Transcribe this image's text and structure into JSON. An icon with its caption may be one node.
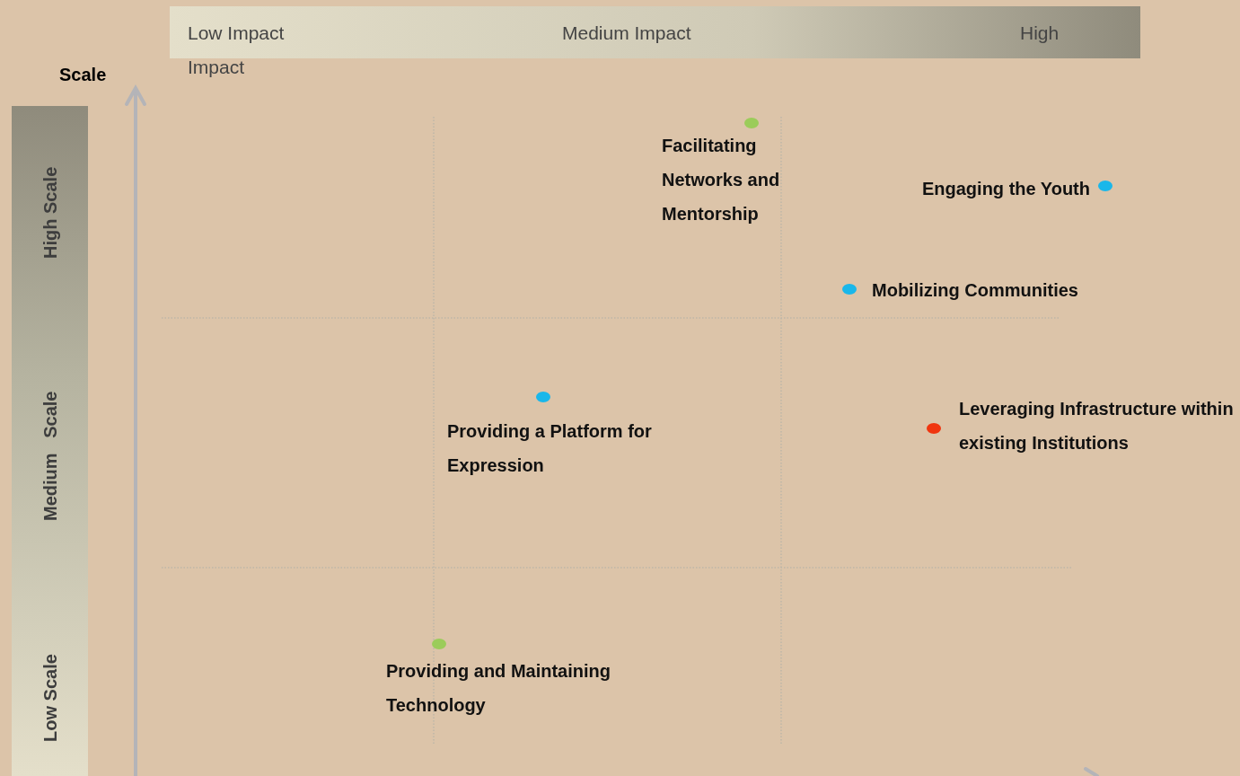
{
  "diagram": {
    "nodes": [
      {
        "text": [],
        "shape": "circle",
        "beside": [
          "Facilitating Networks and Mentorship"
        ]
      },
      {
        "text": [],
        "shape": "circle",
        "beside": [
          "Engaging the Youth"
        ]
      },
      {
        "text": [],
        "shape": "circle",
        "beside": [
          "Mobilizing Communities"
        ]
      },
      {
        "text": [],
        "shape": "circle",
        "beside": [
          "Providing a Platform for Expression"
        ]
      },
      {
        "text": [],
        "shape": "circle",
        "beside": [
          "Leveraging Infrastructure within existing Institutions"
        ]
      },
      {
        "text": [],
        "shape": "circle",
        "beside": [
          "Providing and Maintaining Technology"
        ]
      }
    ],
    "labels": [
      "Low Impact",
      "Medium Impact",
      "High",
      "Scale",
      "Impact",
      "High Scale",
      "Medium   Scale",
      "Low Scale"
    ]
  }
}
